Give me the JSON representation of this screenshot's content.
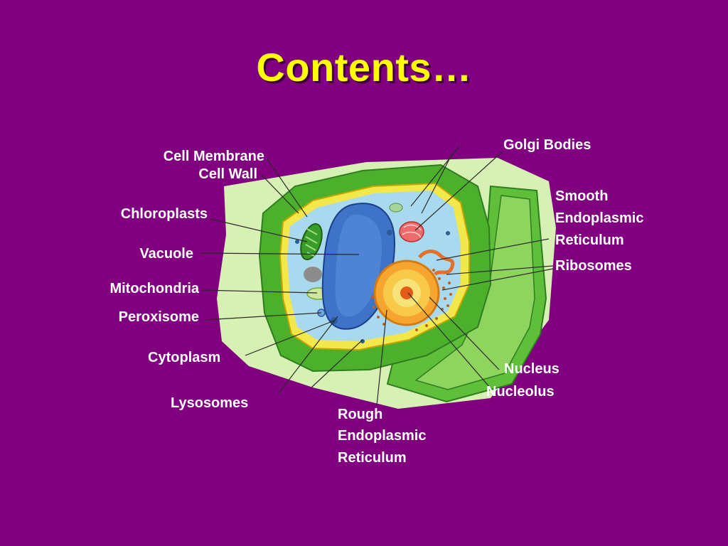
{
  "slide": {
    "title": "Contents…",
    "background_color": "#800080",
    "title_color": "#ffff00",
    "label_color": "#ffffff"
  },
  "labels": {
    "cell_membrane": "Cell Membrane",
    "cell_wall": "Cell Wall",
    "chloroplasts": "Chloroplasts",
    "vacuole": "Vacuole",
    "mitochondria": "Mitochondria",
    "peroxisome": "Peroxisome",
    "cytoplasm": "Cytoplasm",
    "lysosomes": "Lysosomes",
    "golgi_bodies": "Golgi Bodies",
    "smooth_er": [
      "Smooth",
      "Endoplasmic",
      "Reticulum"
    ],
    "ribosomes": "Ribosomes",
    "nucleus": "Nucleus",
    "nucleolus": "Nucleolus",
    "rough_er": [
      "Rough",
      "Endoplasmic",
      "Reticulum"
    ]
  }
}
